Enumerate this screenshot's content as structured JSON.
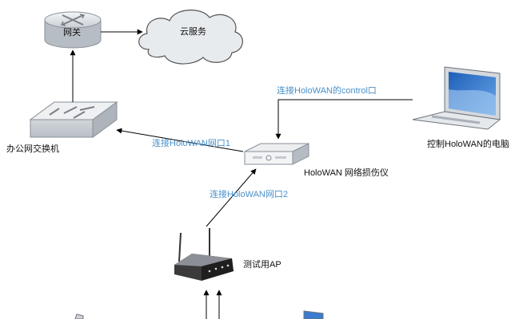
{
  "nodes": {
    "gateway": "网关",
    "cloud": "云服务",
    "office_switch": "办公网交换机",
    "holowan": "HoloWAN 网络损伤仪",
    "control_pc": "控制HoloWAN的电脑",
    "test_ap": "测试用AP"
  },
  "edges": {
    "control_port": "连接HoloWAN的control口",
    "port1": "连接HoloWAN网口1",
    "port2": "连接HoloWAN网口2"
  },
  "colors": {
    "edge_label": "#4a90c8",
    "line": "#000000",
    "device_gray": "#d8dde3",
    "laptop_screen": "#3b7bd0"
  }
}
